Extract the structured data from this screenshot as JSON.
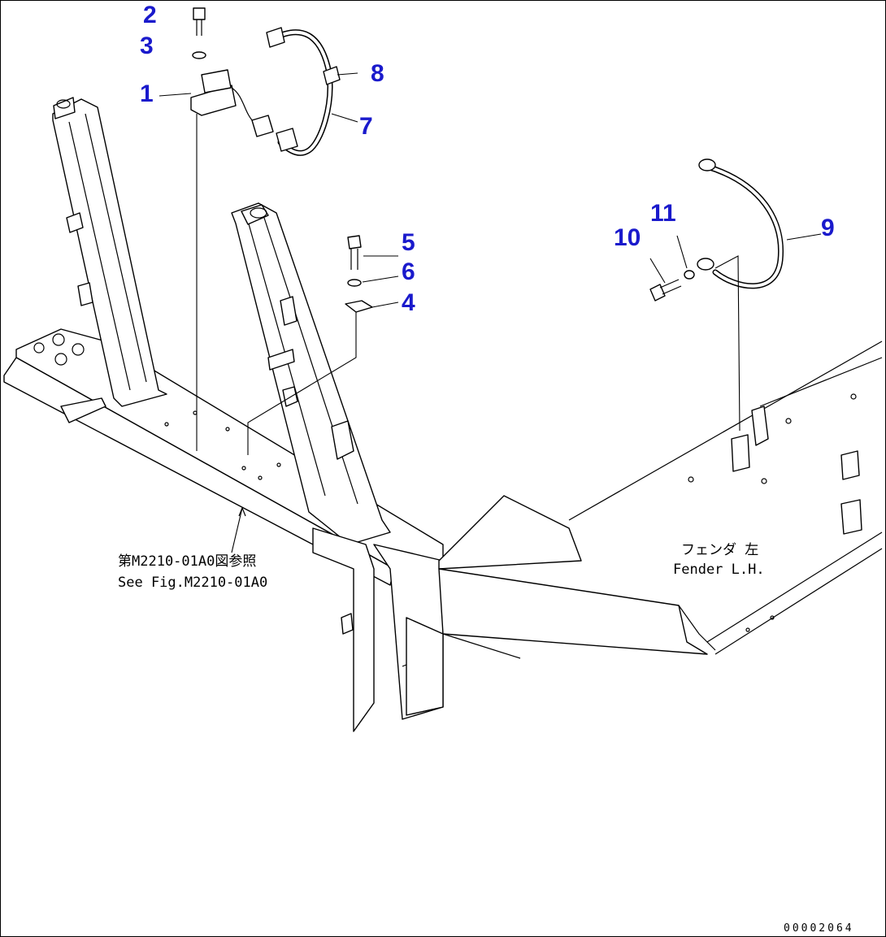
{
  "colors": {
    "callout": "#1a1acc",
    "line": "#000000",
    "background": "#ffffff"
  },
  "callouts": [
    {
      "id": "1",
      "label": "1"
    },
    {
      "id": "2",
      "label": "2"
    },
    {
      "id": "3",
      "label": "3"
    },
    {
      "id": "4",
      "label": "4"
    },
    {
      "id": "5",
      "label": "5"
    },
    {
      "id": "6",
      "label": "6"
    },
    {
      "id": "7",
      "label": "7"
    },
    {
      "id": "8",
      "label": "8"
    },
    {
      "id": "9",
      "label": "9"
    },
    {
      "id": "10",
      "label": "10"
    },
    {
      "id": "11",
      "label": "11"
    }
  ],
  "reference_note": {
    "line1": "第M2210-01A0図参照",
    "line2": "See Fig.M2210-01A0"
  },
  "fender_label": {
    "line1": "フェンダ 左",
    "line2": "Fender L.H."
  },
  "drawing_code": "00002064"
}
